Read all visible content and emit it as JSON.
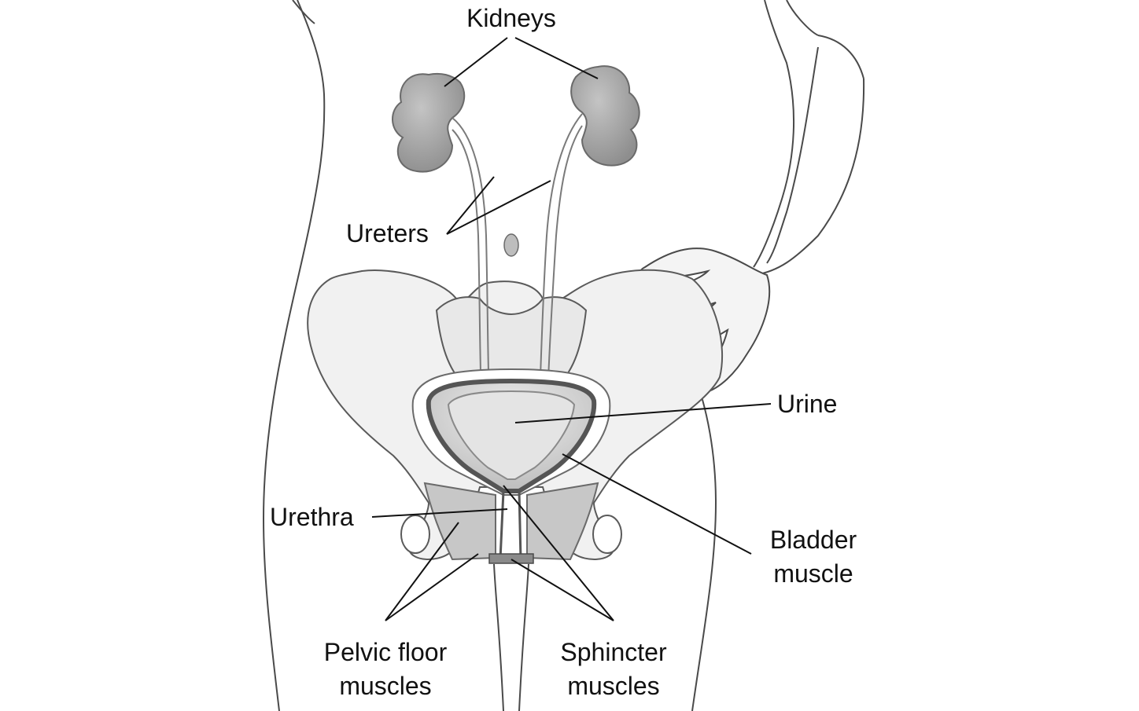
{
  "labels": {
    "kidneys": "Kidneys",
    "ureters": "Ureters",
    "urine": "Urine",
    "urethra": "Urethra",
    "bladder_muscle": [
      "Bladder",
      "muscle"
    ],
    "pelvic_floor_muscles": [
      "Pelvic floor",
      "muscles"
    ],
    "sphincter_muscles": [
      "Sphincter",
      "muscles"
    ]
  },
  "colors": {
    "outline": "#4a4a4a",
    "skin_shade": "#f1f1f1",
    "organ_fill": "#a9a9a9",
    "bladder_fill": "#d6d6d6",
    "leader_line": "#111111",
    "label_text": "#111111"
  }
}
